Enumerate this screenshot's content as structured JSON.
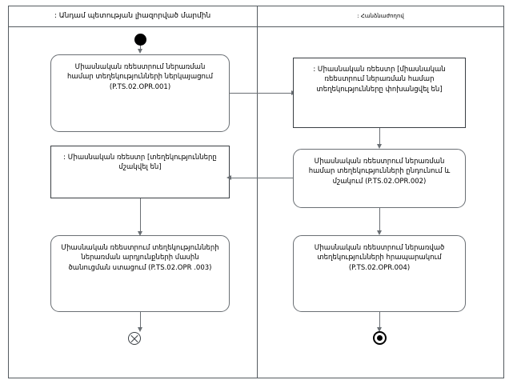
{
  "diagram": {
    "type": "uml-activity-diagram",
    "swimlanes": [
      {
        "id": "left",
        "label": ": Անդամ պետության լիազորված մարմին"
      },
      {
        "id": "right",
        "label": ": Հանձնաժողով"
      }
    ],
    "nodes": {
      "initial": {
        "kind": "initial-node",
        "lane": "left"
      },
      "action_opr001": {
        "kind": "action",
        "lane": "left",
        "label": "Միասնական ռեեստրում ներառման համար տեղեկությունների ներկայացում (P.TS.02.OPR.001)"
      },
      "object_register_transferred": {
        "kind": "object-node",
        "lane": "right",
        "label": ": Միասնական ռեեստր [միասնական ռեեստրում ներառման համար տեղեկությունները փոխանցվել են]"
      },
      "action_opr002": {
        "kind": "action",
        "lane": "right",
        "label": "Միասնական ռեեստրում ներառման համար տեղեկությունների ընդունում և մշակում (P.TS.02.OPR.002)"
      },
      "object_register_processed": {
        "kind": "object-node",
        "lane": "left",
        "label": ": Միասնական ռեեստր [տեղեկությունները մշակվել են]"
      },
      "action_opr003": {
        "kind": "action",
        "lane": "left",
        "label": "Միասնական ռեեստրում տեղեկությունների ներառման արդյունքների մասին ծանուցման ստացում (P.TS.02.OPR .003)"
      },
      "action_opr004": {
        "kind": "action",
        "lane": "right",
        "label": "Միասնական ռեեստրում ներառված տեղեկությունների հրապարակում (P.TS.02.OPR.004)"
      },
      "flow_final": {
        "kind": "flow-final-node",
        "lane": "left"
      },
      "activity_final": {
        "kind": "activity-final-node",
        "lane": "right"
      }
    },
    "colors": {
      "frame_stroke": "#555b60",
      "node_stroke": "#6a6f74",
      "object_stroke": "#3a3f44",
      "edge_stroke": "#6a6f74",
      "control_fill": "#000000",
      "background": "#ffffff"
    }
  }
}
